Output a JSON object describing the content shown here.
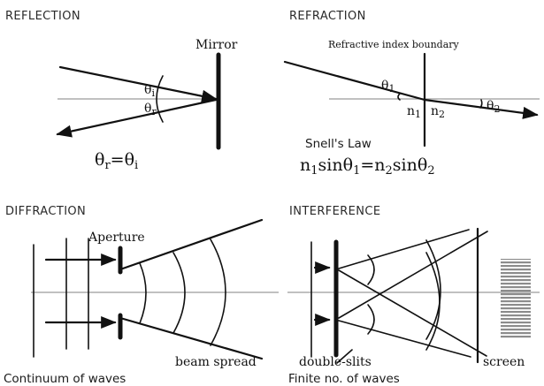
{
  "reflection": {
    "heading": "REFLECTION",
    "mirror_label": "Mirror",
    "theta": "θ",
    "i": "i",
    "r": "r",
    "equals": "="
  },
  "refraction": {
    "heading": "REFRACTION",
    "boundary_label": "Refractive index boundary",
    "theta": "θ",
    "one": "1",
    "two": "2",
    "n": "n",
    "snell_title": "Snell's Law",
    "sin": "sin",
    "equals": "="
  },
  "diffraction": {
    "heading": "DIFFRACTION",
    "aperture_label": "Aperture",
    "beam_spread_label": "beam spread",
    "caption": "Continuum of waves"
  },
  "interference": {
    "heading": "INTERFERENCE",
    "double_slits_label": "double-slits",
    "screen_label": "screen",
    "caption": "Finite no. of waves"
  },
  "colors": {
    "ink": "#111111",
    "axis": "#9a9a9a",
    "screen_fringe": "#8c8c8c"
  }
}
